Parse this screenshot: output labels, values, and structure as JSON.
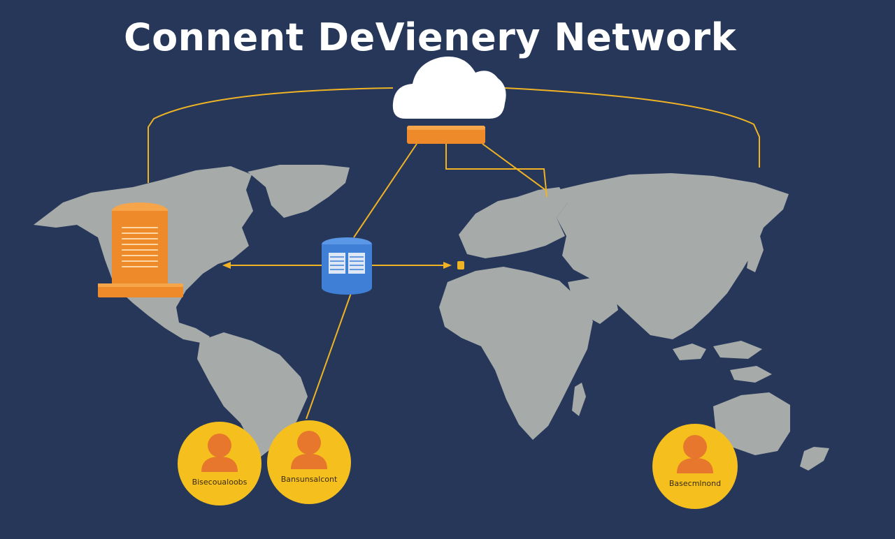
{
  "title": "Connent DeVienery Network",
  "colors": {
    "background": "#26375a",
    "continent": "#a6aaa8",
    "link": "#f0b323",
    "origin_server": "#ef8a2a",
    "edge_server": "#3f7fd6",
    "cloud": "#ffffff",
    "user_circle": "#f5c01d",
    "user_figure": "#e7772c"
  },
  "diagram": {
    "nodes": [
      {
        "id": "cloud",
        "kind": "cloud-icon"
      },
      {
        "id": "cloud-gateway",
        "kind": "server-bar"
      },
      {
        "id": "origin",
        "kind": "server-stack-icon"
      },
      {
        "id": "edge",
        "kind": "server-stack-icon"
      }
    ],
    "users": [
      {
        "id": "user-1",
        "label": "Bisecoualoobs"
      },
      {
        "id": "user-2",
        "label": "Bansunsalcont"
      },
      {
        "id": "user-3",
        "label": "Basecmlnond"
      }
    ]
  }
}
